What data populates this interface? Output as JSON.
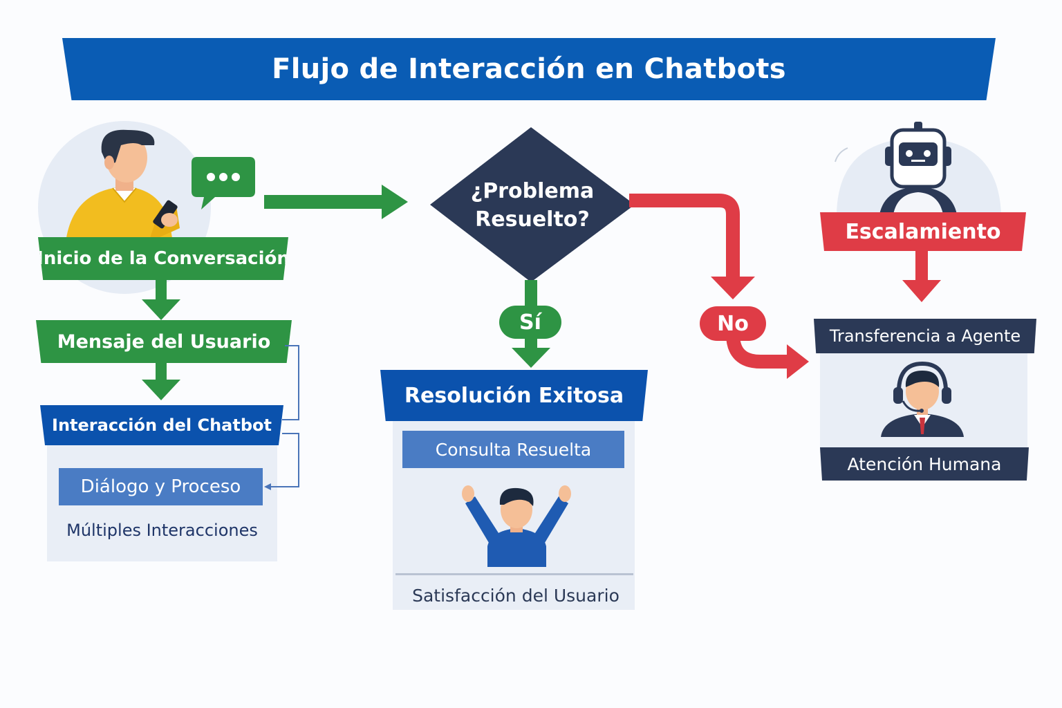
{
  "title": "Flujo de Interacción en Chatbots",
  "left_column": {
    "start": "Inicio de la Conversación",
    "user_message": "Mensaje del Usuario",
    "chatbot_interaction": "Interacción del Chatbot",
    "dialog_process": "Diálogo y Proceso",
    "multiple_interactions": "Múltiples Interacciones"
  },
  "decision": {
    "line1": "¿Problema",
    "line2": "Resuelto?",
    "yes_label": "Sí",
    "no_label": "No"
  },
  "success": {
    "title": "Resolución Exitosa",
    "resolved": "Consulta Resuelta",
    "satisfaction": "Satisfacción del Usuario"
  },
  "escalation": {
    "title": "Escalamiento",
    "transfer": "Transferencia a Agente",
    "human": "Atención Humana"
  },
  "colors": {
    "title_blue": "#0a5cb4",
    "green": "#2e9444",
    "red": "#df3c46",
    "navy": "#2b3956",
    "blue": "#0b52ad",
    "light_blue": "#4a7cc4"
  },
  "icons": [
    "user-phone-icon",
    "chat-bubble-icon",
    "robot-icon",
    "headset-agent-icon",
    "celebrating-user-icon"
  ]
}
